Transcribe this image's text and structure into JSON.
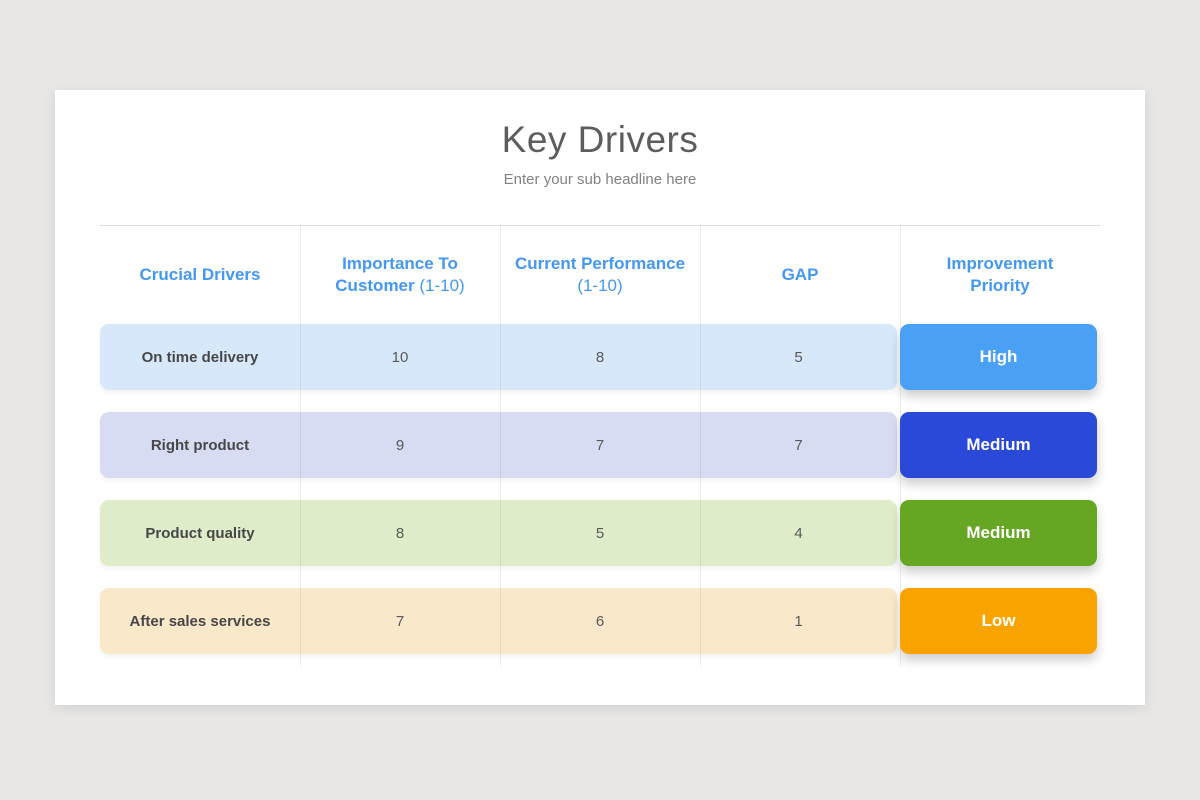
{
  "slide": {
    "title": "Key Drivers",
    "subtitle": "Enter your sub headline here"
  },
  "colors": {
    "page_background": "#e8e7e6",
    "card_background": "#ffffff",
    "header_text": "#4398f1"
  },
  "table": {
    "header_text_color": "#4398f1",
    "columns": [
      {
        "label": "Crucial Drivers",
        "suffix": ""
      },
      {
        "label": "Importance To\nCustomer",
        "suffix": " (1-10)"
      },
      {
        "label": "Current Performance",
        "suffix": "\n(1-10)"
      },
      {
        "label": "GAP",
        "suffix": ""
      },
      {
        "label": "Improvement\nPriority",
        "suffix": ""
      }
    ],
    "rows": [
      {
        "driver": "On time delivery",
        "importance": "10",
        "performance": "8",
        "gap": "5",
        "priority": "High",
        "row_color": "#d7e8fa",
        "priority_color": "#4aa0f4"
      },
      {
        "driver": "Right product",
        "importance": "9",
        "performance": "7",
        "gap": "7",
        "priority": "Medium",
        "row_color": "#d8dcf3",
        "priority_color": "#2b49d8"
      },
      {
        "driver": "Product quality",
        "importance": "8",
        "performance": "5",
        "gap": "4",
        "priority": "Medium",
        "row_color": "#dfecca",
        "priority_color": "#65a723"
      },
      {
        "driver": "After sales services",
        "importance": "7",
        "performance": "6",
        "gap": "1",
        "priority": "Low",
        "row_color": "#f9a300",
        "priority_color": "#f9a300"
      }
    ],
    "row4_band_color": "#fae8cb"
  },
  "chart_data": {
    "type": "table",
    "title": "Key Drivers",
    "subtitle": "Enter your sub headline here",
    "columns": [
      "Crucial Drivers",
      "Importance To Customer (1-10)",
      "Current Performance (1-10)",
      "GAP",
      "Improvement Priority"
    ],
    "rows": [
      [
        "On time delivery",
        10,
        8,
        5,
        "High"
      ],
      [
        "Right product",
        9,
        7,
        7,
        "Medium"
      ],
      [
        "Product quality",
        8,
        5,
        4,
        "Medium"
      ],
      [
        "After sales services",
        7,
        6,
        1,
        "Low"
      ]
    ],
    "priority_colors": {
      "High": "#4aa0f4",
      "Medium-blue": "#2b49d8",
      "Medium-green": "#65a723",
      "Low": "#f9a300"
    },
    "row_band_colors": [
      "#d7e8fa",
      "#d8dcf3",
      "#dfecca",
      "#fae8cb"
    ],
    "legend_position": "none",
    "grid": "column-dividers-only"
  }
}
